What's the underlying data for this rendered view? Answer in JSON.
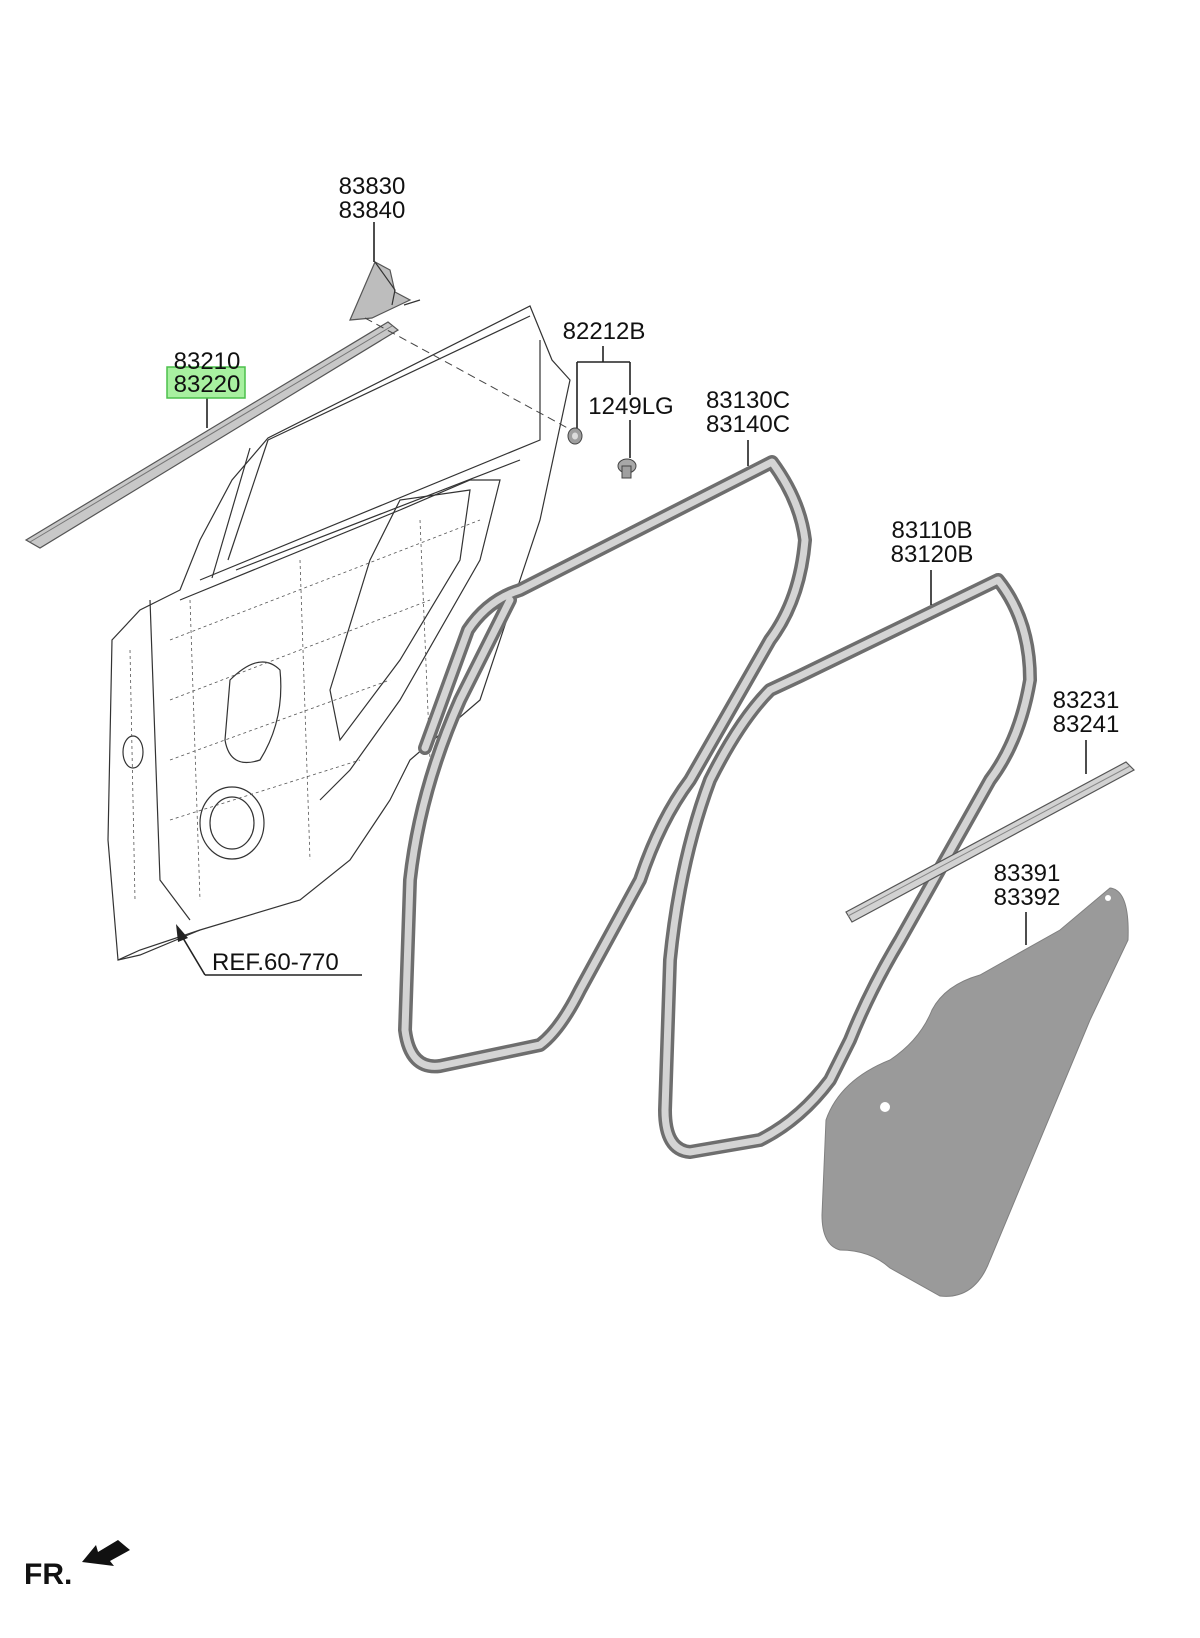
{
  "labels": {
    "p83830": "83830",
    "p83840": "83840",
    "p83210": "83210",
    "p83220": "83220",
    "p82212b": "82212B",
    "p1249lg": "1249LG",
    "p83130c": "83130C",
    "p83140c": "83140C",
    "p83110b": "83110B",
    "p83120b": "83120B",
    "p83231": "83231",
    "p83241": "83241",
    "p83391": "83391",
    "p83392": "83392",
    "ref": "REF.60-770",
    "fr": "FR."
  },
  "colors": {
    "highlight_fill": "#a8f0a0",
    "highlight_stroke": "#4cc04c",
    "seal_dark": "#6e6e6e",
    "seal_light": "#d4d4d4",
    "sheet_fill": "#999999"
  },
  "icons": {
    "front_arrow": "arrow-front-icon"
  }
}
